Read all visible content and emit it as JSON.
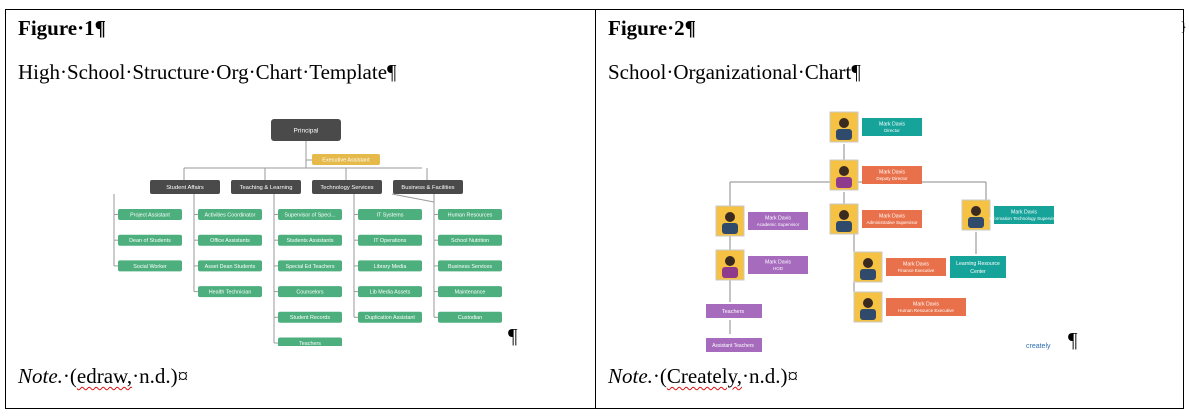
{
  "figure1": {
    "label": "Figure·1¶",
    "title": "High·School·Structure·Org·Chart·Template¶",
    "note_prefix": "Note.",
    "note_sep": "·(",
    "note_source": "edraw,",
    "note_rest": "·n.d.)¤",
    "trailing_pilcrow": "¶",
    "colors": {
      "dark": "#4a4a4a",
      "green": "#4caf7d",
      "gold": "#e5b94a",
      "line": "#9a9a9a"
    },
    "org": {
      "principal": "Principal",
      "assistant": "Executive Assistant",
      "departments": [
        {
          "name": "Student Affairs",
          "items": [
            "Project Assistant",
            "Dean of Students",
            "Social Worker"
          ]
        },
        {
          "name": "Teaching & Learning",
          "items": [
            "Activities Coordinator",
            "Office Assistants",
            "Asset Dean Students",
            "Health Technician"
          ]
        },
        {
          "name": "Technology Services",
          "items": [
            "Supervisor of Speci...",
            "Students Assistants",
            "Special Ed Teachers",
            "Counselors",
            "Student Records",
            "Teachers"
          ]
        },
        {
          "name": "Business & Facilities",
          "items": [
            "IT Systems",
            "IT Operations",
            "Library Media",
            "Lib Media Assets",
            "Duplication Assistant"
          ]
        },
        {
          "name": "",
          "items": [
            "Human Resources",
            "School Nutrition",
            "Business Services",
            "Maintenance",
            "Custodian"
          ]
        }
      ]
    }
  },
  "figure2": {
    "label": "Figure·2¶",
    "title": "School·Organizational·Chart¶",
    "note_prefix": "Note.",
    "note_sep": "·(",
    "note_source": "Creately,",
    "note_rest": "·n.d.)¤",
    "trailing_pilcrow": "¶",
    "edge_mark": "}",
    "brand": "creately",
    "colors": {
      "teal": "#16a39a",
      "orange": "#e8704a",
      "purple": "#a66bbd",
      "tile": "#f5c244",
      "line": "#8a8a8a"
    },
    "nodes": [
      {
        "key": "director",
        "name": "Mark Davis",
        "role": "Director"
      },
      {
        "key": "deputy",
        "name": "Mark Davis",
        "role": "Deputy Director"
      },
      {
        "key": "academic",
        "name": "Mark Davis",
        "role": "Academic Supervisor"
      },
      {
        "key": "admin",
        "name": "Mark Davis",
        "role": "Administrative Supervisor"
      },
      {
        "key": "info",
        "name": "Mark Davis",
        "role": "Information Technology Supervisor"
      },
      {
        "key": "hod",
        "name": "Mark Davis",
        "role": "HOD"
      },
      {
        "key": "finance",
        "name": "Mark Davis",
        "role": "Finance Executive"
      },
      {
        "key": "hr",
        "name": "Mark Davis",
        "role": "Human Resource Executive"
      },
      {
        "key": "teachers",
        "name": "Teachers",
        "role": ""
      },
      {
        "key": "assistant",
        "name": "Assistant Teachers",
        "role": ""
      },
      {
        "key": "lrc",
        "name": "Learning Resource",
        "role": "Center"
      }
    ]
  }
}
